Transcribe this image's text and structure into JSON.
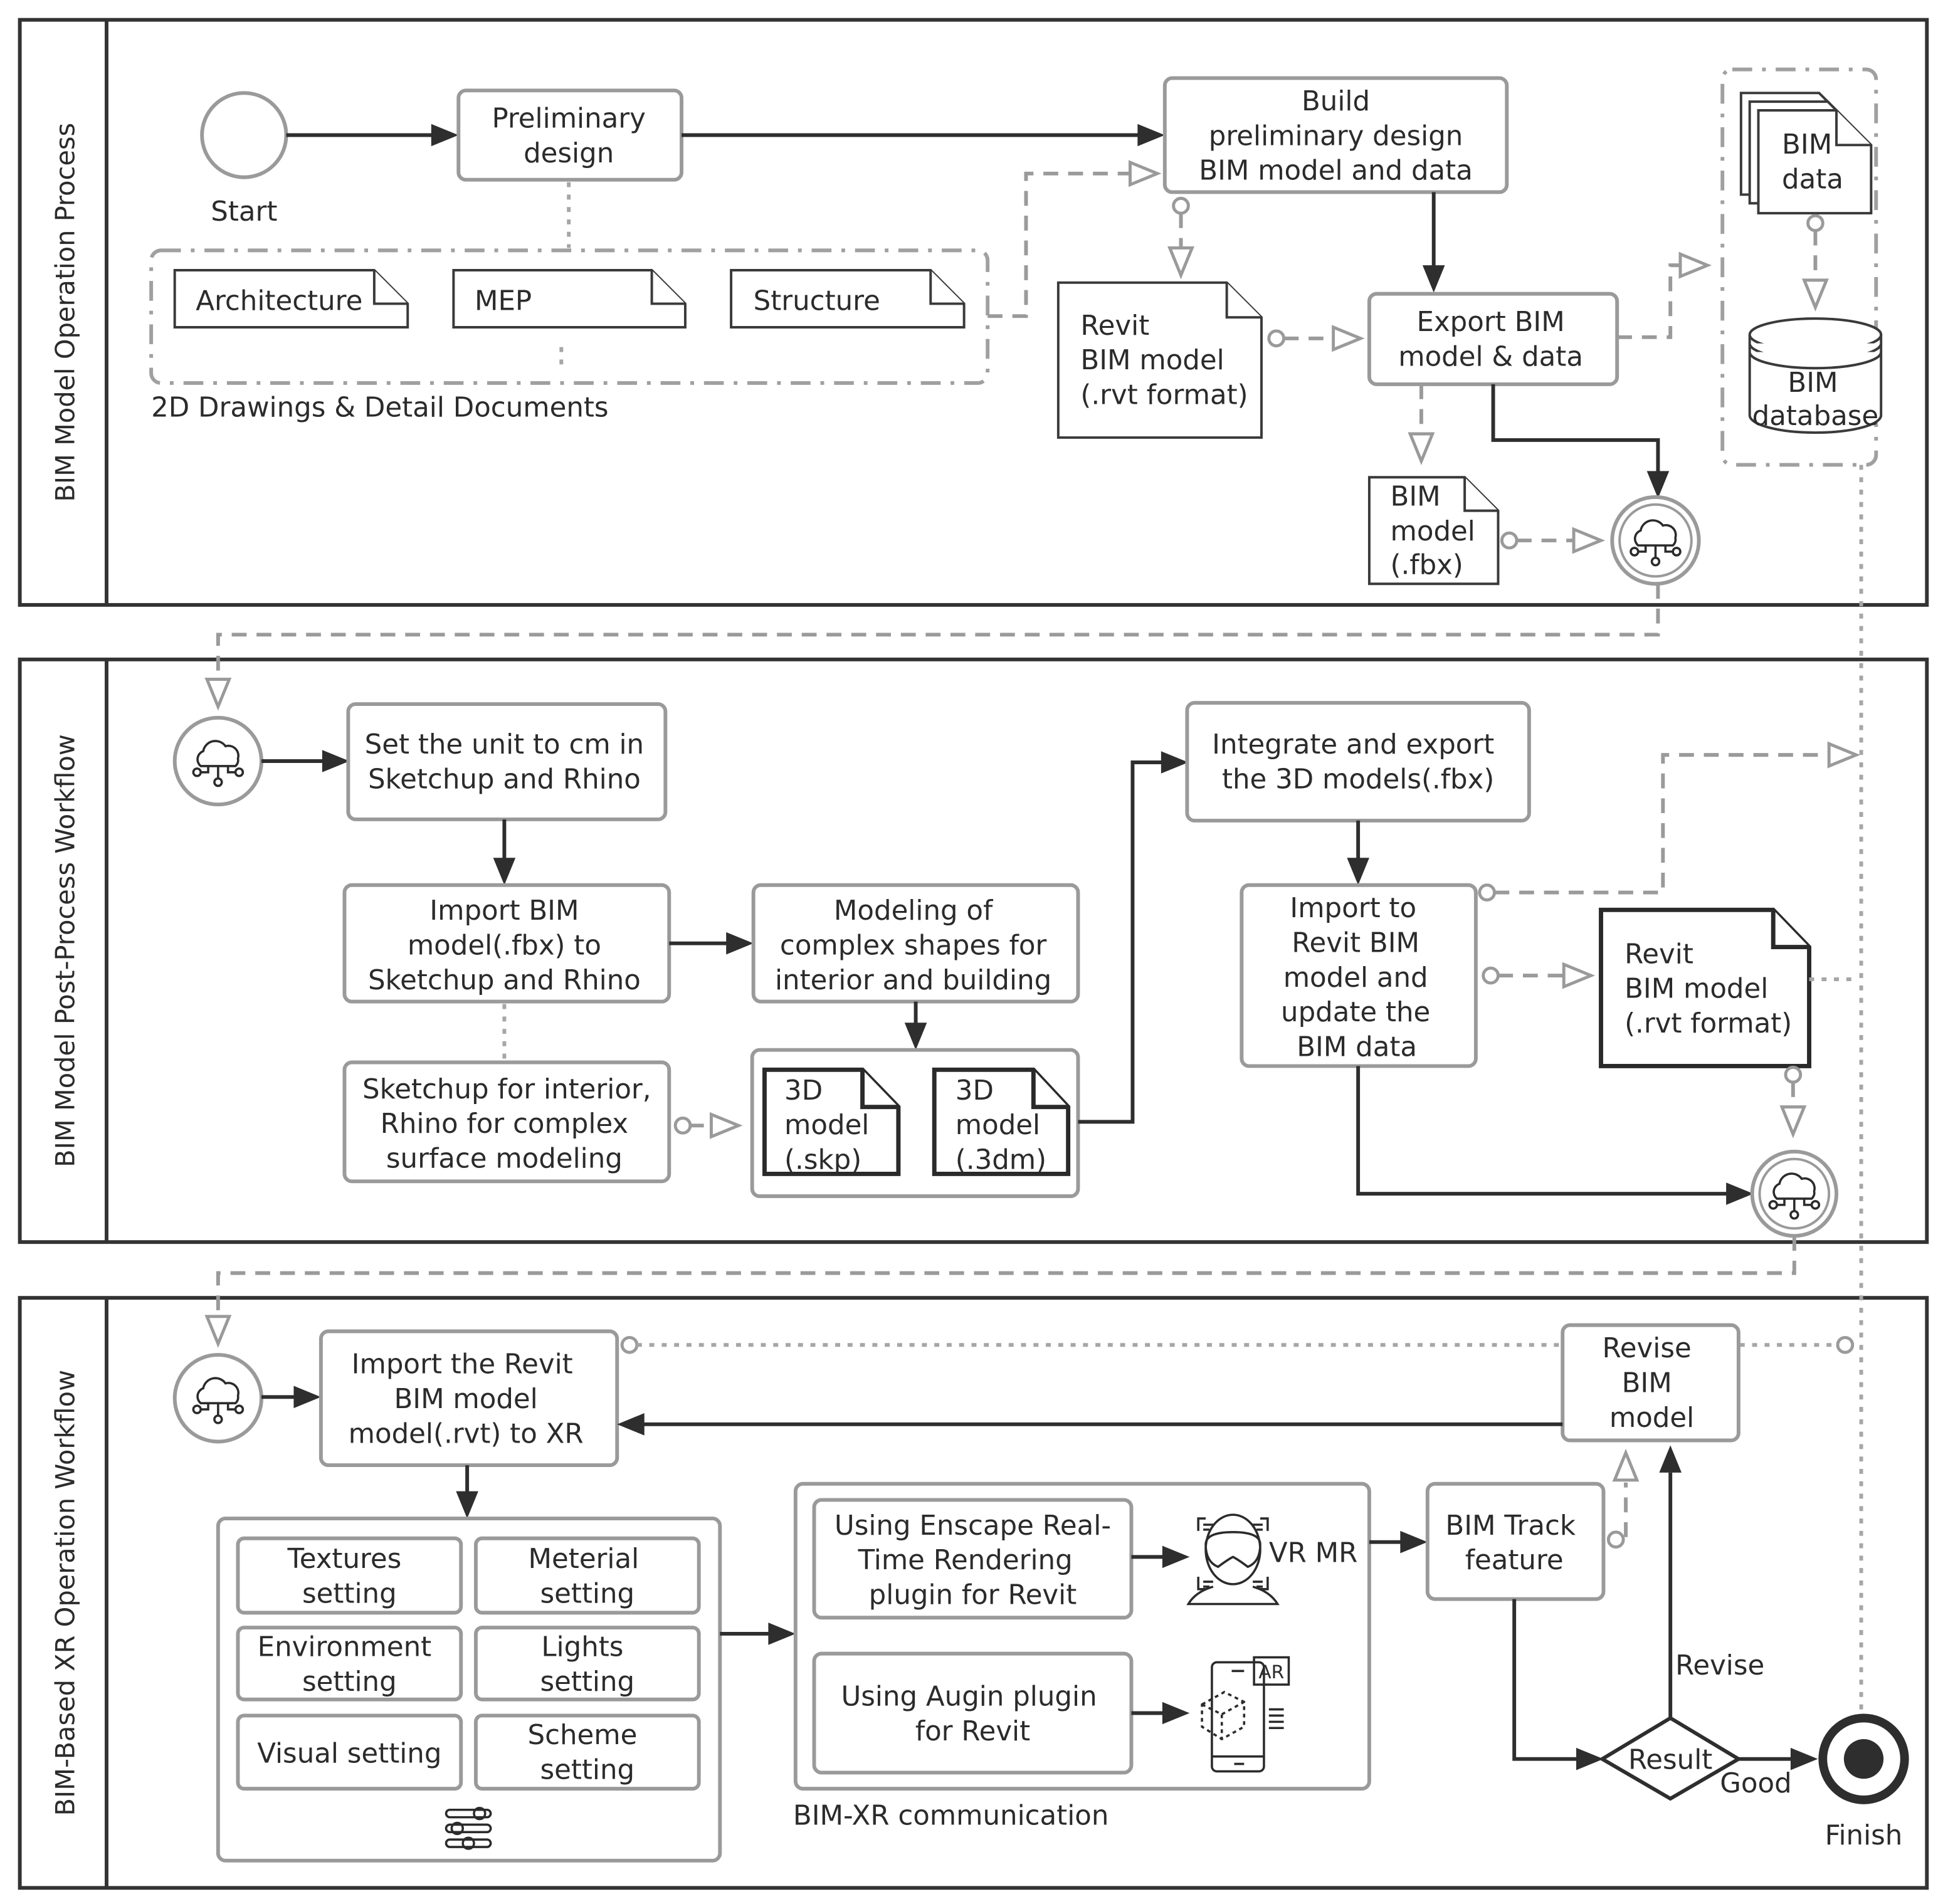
{
  "lanes": [
    {
      "title": "BIM Model Operation Process"
    },
    {
      "title": "BIM Model Post-Process Workflow"
    },
    {
      "title": "BIM-Based XR Operation Workflow"
    }
  ],
  "lane1": {
    "start_label": "Start",
    "preliminary_design": [
      "Preliminary",
      "design"
    ],
    "build_model": [
      "Build",
      "preliminary design",
      "BIM model and data"
    ],
    "drawings_group_label": "2D Drawings & Detail Documents",
    "docs": [
      "Architecture",
      "MEP",
      "Structure"
    ],
    "revit_doc": [
      "Revit",
      "BIM model",
      "(.rvt format)"
    ],
    "export": [
      "Export BIM",
      "model & data"
    ],
    "fbx_doc": [
      "BIM",
      "model",
      "(.fbx)"
    ],
    "bim_data": [
      "BIM",
      "data"
    ],
    "bim_database": [
      "BIM",
      "database"
    ]
  },
  "lane2": {
    "set_unit": [
      "Set the unit to cm in",
      "Sketchup and Rhino"
    ],
    "import_fbx": [
      "Import BIM",
      "model(.fbx) to",
      "Sketchup and Rhino"
    ],
    "modeling": [
      "Modeling of",
      "complex shapes for",
      "interior and building"
    ],
    "note": [
      "Sketchup for interior,",
      "Rhino for complex",
      "surface modeling"
    ],
    "model_skp": [
      "3D",
      "model",
      "(.skp)"
    ],
    "model_3dm": [
      "3D",
      "model",
      "(.3dm)"
    ],
    "integrate": [
      "Integrate and export",
      "the 3D models(.fbx)"
    ],
    "import_revit": [
      "Import to",
      "Revit BIM",
      "model and",
      "update the",
      "BIM data"
    ],
    "revit_doc": [
      "Revit",
      "BIM model",
      "(.rvt format)"
    ]
  },
  "lane3": {
    "import_xr": [
      "Import the Revit",
      "BIM model",
      "model(.rvt) to XR"
    ],
    "settings": [
      [
        "Textures",
        "setting"
      ],
      [
        "Meterial",
        "setting"
      ],
      [
        "Environment",
        "setting"
      ],
      [
        "Lights",
        "setting"
      ],
      [
        "Visual setting"
      ],
      [
        "Scheme",
        "setting"
      ]
    ],
    "enscape": [
      "Using Enscape Real-",
      "Time Rendering",
      "plugin for Revit"
    ],
    "augin": [
      "Using Augin plugin",
      "for Revit"
    ],
    "vr_mr_label": "VR MR",
    "ar_label": "AR",
    "communication_label": "BIM-XR communication",
    "bim_track": [
      "BIM Track",
      "feature"
    ],
    "revise_model": [
      "Revise",
      "BIM",
      "model"
    ],
    "gateway": "Result",
    "revise_label": "Revise",
    "good_label": "Good",
    "finish_label": "Finish"
  },
  "icons": {
    "cloud": "cloud-network-icon",
    "sliders": "sliders-icon",
    "vr": "vr-headset-icon",
    "ar": "ar-phone-icon"
  },
  "colors": {
    "flow": "#2e2e2e",
    "association": "#9a9a9a",
    "task_border": "#9a9a9a"
  }
}
